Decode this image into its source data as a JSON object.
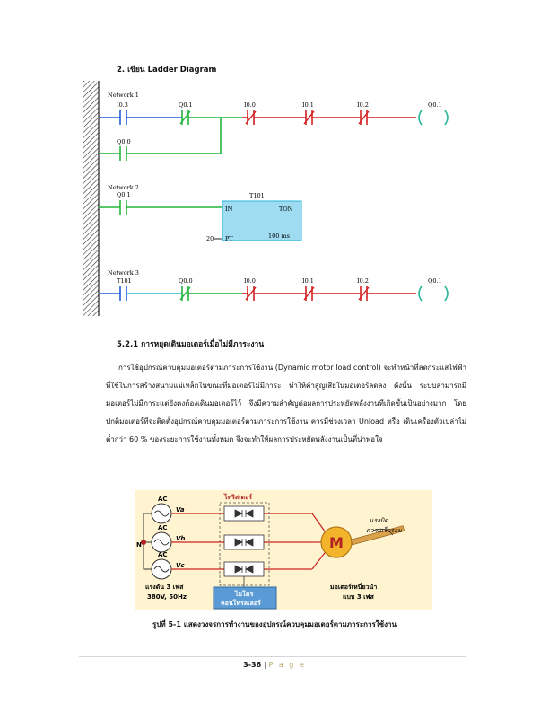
{
  "section": {
    "heading": "2. เขียน Ladder Diagram"
  },
  "ladder": {
    "networks": [
      {
        "label": "Network 1",
        "contacts": [
          "I0.3",
          "Q0.1",
          "I0.0",
          "I0.1",
          "I0.2"
        ],
        "branch": "Q0.0",
        "coil": "Q0.1"
      },
      {
        "label": "Network 2",
        "contact": "Q0.1",
        "timer": {
          "name": "T101",
          "in": "IN",
          "type": "TON",
          "pt_value": "20",
          "pt": "PT",
          "base": "100 ms"
        }
      },
      {
        "label": "Network 3",
        "contacts": [
          "T101",
          "Q0.0",
          "I0.0",
          "I0.1",
          "I0.2"
        ],
        "coil": "Q0.1"
      }
    ]
  },
  "subsection": {
    "heading": "5.2.1 การหยุดเดินมอเตอร์เมื่อไม่มีภาระงาน"
  },
  "paragraph": "การใช้อุปกรณ์ควบคุมมอเตอร์ตามภาระการใช้งาน (Dynamic motor load control) จะทำหน้าที่ลดกระแสไฟฟ้าที่ใช้ในการสร้างสนามแม่เหล็กในขณะที่มอเตอร์ไม่มีภาระ ทำให้ค่าสูญเสียในมอเตอร์ลดลง ดังนั้น ระบบสามารถมีมอเตอร์ไม่มีภาระแต่ยังคงต้องเดินมอเตอร์ไว้ จึงมีความสำคัญต่อผลการประหยัดพลังงานที่เกิดขึ้นเป็นอย่างมาก โดยปกติมอเตอร์ที่จะติดตั้งอุปกรณ์ควบคุมมอเตอร์ตามภาระการใช้งาน ควรมีช่วงเวลา Unload หรือ เดินเครื่องตัวเปล่าไม่ต่ำกว่า 60 % ของระยะการใช้งานทั้งหมด จึงจะทำให้ผลการประหยัดพลังงานเป็นที่น่าพอใจ",
  "figure": {
    "sources": [
      "AC",
      "AC",
      "AC"
    ],
    "phases": [
      "Va",
      "Vb",
      "Vc"
    ],
    "neutral": "N",
    "thyristor_label": "ไทริสเตอร์",
    "motor": "M",
    "torque_speed": [
      "แรงบิด",
      "ความเร็วรอบ"
    ],
    "supply": [
      "แรงดัน 3 เฟส",
      "380V, 50Hz"
    ],
    "controller": [
      "ไมโคร",
      "คอนโทรลเลอร์"
    ],
    "motor_type": [
      "มอเตอร์เหนี่ยวนำ",
      "แบบ 3 เฟส"
    ],
    "colors": {
      "wire_red": "#cc2222",
      "controller": "#5b9bd5",
      "motor": "#f3b42c",
      "background": "#fff4cf"
    }
  },
  "caption": "รูปที่ 5-1 แสดงวงจรการทำงานของอุปกรณ์ควบคุมมอเตอร์ตามภาระการใช้งาน",
  "footer": {
    "page_number": "3-36",
    "separator": "|",
    "page_word": "P a g e"
  },
  "ladder_colors": {
    "power": "#1f5fd6",
    "branch": "#21b53a",
    "rung": "#d42020",
    "coil": "#2bb59a",
    "timer_fill": "#9fdcf2",
    "cyan": "#27b5d8"
  }
}
